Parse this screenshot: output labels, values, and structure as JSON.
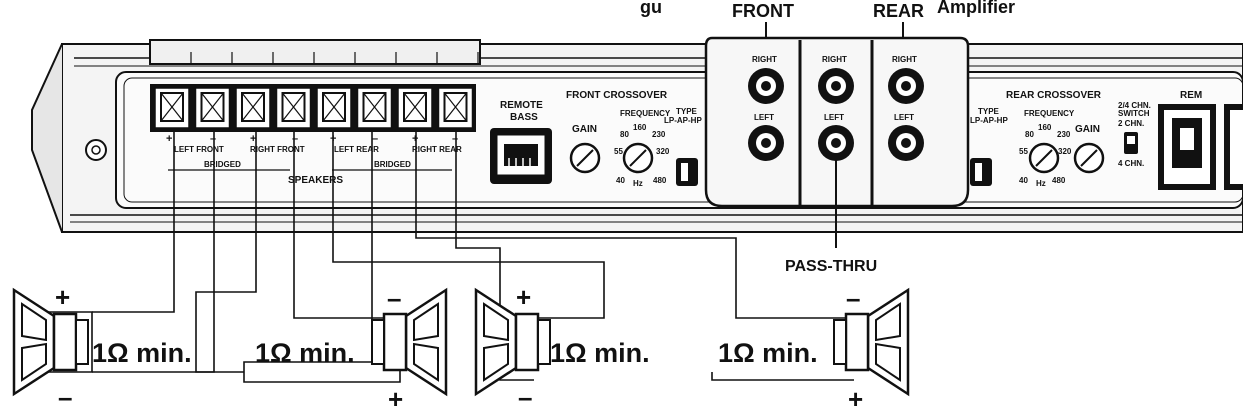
{
  "header": {
    "front": "FRONT",
    "rear": "REAR",
    "amplifier": "Amplifier",
    "partial": "gu"
  },
  "remote_bass": {
    "line1": "REMOTE",
    "line2": "BASS"
  },
  "front_crossover": {
    "title": "FRONT CROSSOVER",
    "gain": "GAIN",
    "frequency": "FREQUENCY",
    "type": "TYPE",
    "type_options": "LP-AP-HP",
    "hz": "Hz",
    "ticks": [
      "55",
      "80",
      "160",
      "230",
      "320",
      "40",
      "480"
    ]
  },
  "rear_crossover": {
    "title": "REAR CROSSOVER",
    "type": "TYPE",
    "type_options": "LP-AP-HP",
    "frequency": "FREQUENCY",
    "gain": "GAIN",
    "hz": "Hz",
    "ticks": [
      "55",
      "80",
      "160",
      "230",
      "320",
      "40",
      "480"
    ]
  },
  "rca": {
    "right": "RIGHT",
    "left": "LEFT"
  },
  "pass_thru": "PASS-THRU",
  "channel_switch": {
    "title1": "2/4 CHN.",
    "title2": "SWITCH",
    "opt1": "2 CHN.",
    "opt2": "4 CHN."
  },
  "rem": "REM",
  "speaker_terminals": {
    "left_front": "LEFT FRONT",
    "right_front": "RIGHT FRONT",
    "left_rear": "LEFT REAR",
    "right_rear": "RIGHT REAR",
    "bridged": "BRIDGED",
    "speakers": "SPEAKERS",
    "plus": "+",
    "minus": "–"
  },
  "speakers": [
    {
      "impedance": "1Ω min.",
      "top": "+",
      "bottom": "–"
    },
    {
      "impedance": "1Ω min.",
      "top": "–",
      "bottom": "+"
    },
    {
      "impedance": "1Ω min.",
      "top": "+",
      "bottom": "–"
    },
    {
      "impedance": "1Ω min.",
      "top": "–",
      "bottom": "+"
    }
  ]
}
